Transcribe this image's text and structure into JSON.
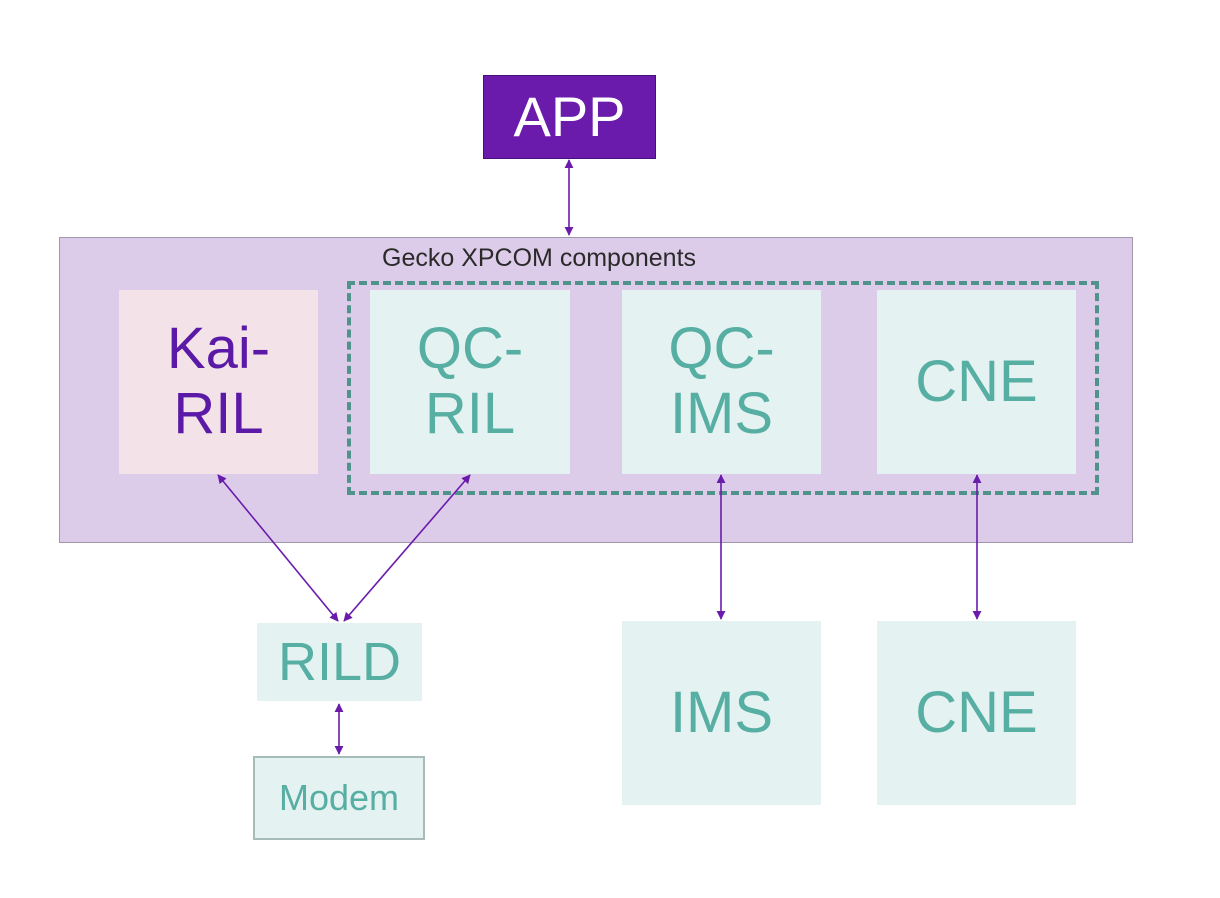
{
  "app": {
    "label": "APP"
  },
  "gecko": {
    "label": "Gecko XPCOM components"
  },
  "components": {
    "kai_ril": {
      "line1": "Kai-",
      "line2": "RIL"
    },
    "qc_ril": {
      "line1": "QC-",
      "line2": "RIL"
    },
    "qc_ims": {
      "line1": "QC-",
      "line2": "IMS"
    },
    "cne": {
      "label": "CNE"
    }
  },
  "backends": {
    "rild": {
      "label": "RILD"
    },
    "modem": {
      "label": "Modem"
    },
    "ims": {
      "label": "IMS"
    },
    "cne": {
      "label": "CNE"
    }
  },
  "colors": {
    "app_fill": "#6a1bab",
    "container_fill": "#ddcce9",
    "kai_fill": "#f3e2e7",
    "kai_text": "#5a19a6",
    "teal_fill": "#e4f2f1",
    "teal_text": "#57aea3",
    "dashed_border": "#4f938a",
    "arrow": "#6a1bab"
  }
}
